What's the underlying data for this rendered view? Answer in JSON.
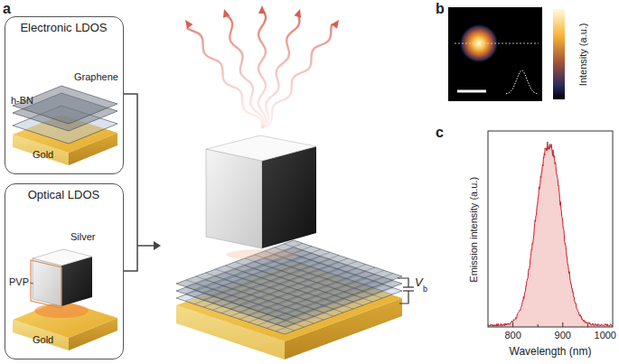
{
  "diagram": {
    "nodes": [
      {
        "text": [
          "Electronic LDOS",
          "Graphene",
          "h-BN",
          "Gold"
        ]
      },
      {
        "text": [
          "Optical LDOS",
          "PVP",
          "Silver",
          "Gold"
        ]
      }
    ],
    "labels": [
      "a",
      "b",
      "c",
      "V",
      "b",
      "Intensity (a.u.)",
      "Emission intensity (a.u.)",
      "800",
      "900",
      "1000",
      "Wavelength (nm)"
    ]
  }
}
